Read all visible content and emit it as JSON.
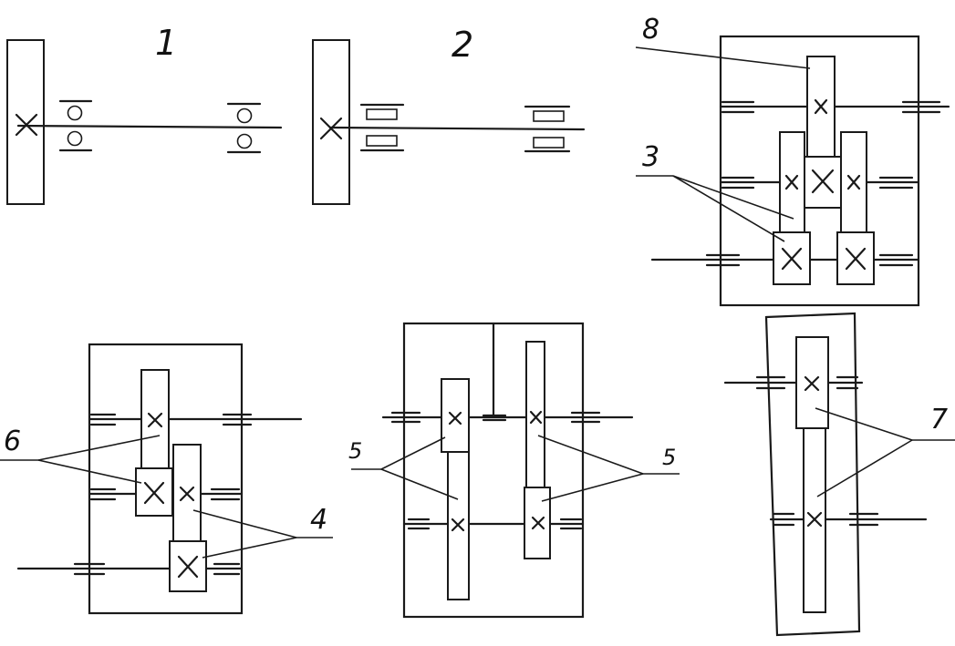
{
  "labels": {
    "l1": "1",
    "l2": "2",
    "l3": "3",
    "l4": "4",
    "l5a": "5",
    "l5b": "5",
    "l6": "6",
    "l7": "7",
    "l8": "8"
  }
}
